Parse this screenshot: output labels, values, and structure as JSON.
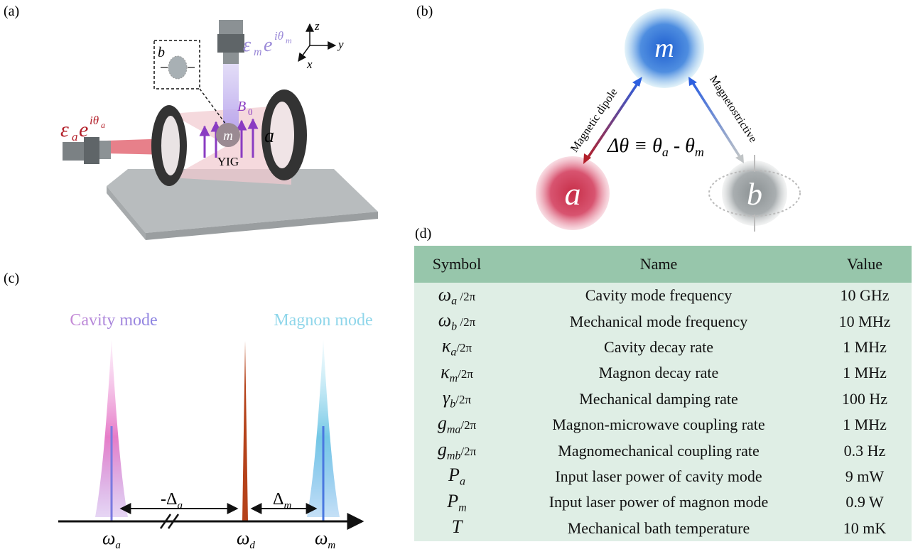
{
  "panels": {
    "a": "(a)",
    "b": "(b)",
    "c": "(c)",
    "d": "(d)"
  },
  "panel_a": {
    "drive_a": "ε",
    "drive_a_sub": "a",
    "drive_a_exp": "e",
    "drive_a_phase": "iθ",
    "drive_a_phase_sub": "a",
    "drive_m": "ε",
    "drive_m_sub": "m",
    "drive_m_exp": "e",
    "drive_m_phase": "iθ",
    "drive_m_phase_sub": "m",
    "field": "B",
    "field_sub": "0",
    "sphere": "m",
    "sphere_material": "YIG",
    "cavity": "a",
    "phonon": "b",
    "axis_z": "z",
    "axis_y": "y",
    "axis_x": "x",
    "colors": {
      "cavity_drive": "#b3202a",
      "magnon_drive": "#9b8ad8",
      "field_arrow": "#8a3cc2"
    }
  },
  "panel_b": {
    "node_m": "m",
    "node_a": "a",
    "node_b": "b",
    "edge_left": "Magnetic dipole",
    "edge_right": "Magnetostrictive",
    "phase": "Δθ ≡ θ",
    "phase_a": "a",
    "phase_minus": " - θ",
    "phase_m": "m",
    "colors": {
      "m": "#2e6fd6",
      "a": "#c8384f",
      "b": "#8f9496"
    }
  },
  "panel_c": {
    "cavity_mode": "Cavity mode",
    "magnon_mode": "Magnon mode",
    "omega_a": "ω",
    "omega_a_sub": "a",
    "omega_d": "ω",
    "omega_d_sub": "d",
    "omega_m": "ω",
    "omega_m_sub": "m",
    "delta_a": "-Δ",
    "delta_a_sub": "a",
    "delta_m": "Δ",
    "delta_m_sub": "m",
    "colors": {
      "cavity": "#b38ae0",
      "magnon": "#8fd6ea",
      "drive": "#b5421a"
    }
  },
  "table": {
    "headers": [
      "Symbol",
      "Name",
      "Value"
    ],
    "rows": [
      {
        "sym": "ω",
        "sub": "a",
        "tail": " /2π",
        "name": "Cavity mode frequency",
        "value": "10 GHz"
      },
      {
        "sym": "ω",
        "sub": "b",
        "tail": " /2π",
        "name": "Mechanical mode frequency",
        "value": "10 MHz"
      },
      {
        "sym": "κ",
        "sub": "a",
        "tail": "/2π",
        "name": "Cavity decay rate",
        "value": "1 MHz"
      },
      {
        "sym": "κ",
        "sub": "m",
        "tail": "/2π",
        "name": "Magnon decay rate",
        "value": "1 MHz"
      },
      {
        "sym": "γ",
        "sub": "b",
        "tail": "/2π",
        "name": "Mechanical damping rate",
        "value": "100 Hz"
      },
      {
        "sym": "g",
        "sub": "ma",
        "tail": "/2π",
        "name": "Magnon-microwave coupling rate",
        "value": "1 MHz"
      },
      {
        "sym": "g",
        "sub": "mb",
        "tail": "/2π",
        "name": "Magnomechanical coupling rate",
        "value": "0.3 Hz"
      },
      {
        "sym": "P",
        "sub": "a",
        "tail": "",
        "name": "Input laser power of cavity mode",
        "value": "9 mW"
      },
      {
        "sym": "P",
        "sub": "m",
        "tail": "",
        "name": "Input laser power of magnon mode",
        "value": "0.9 W"
      },
      {
        "sym": "T",
        "sub": "",
        "tail": "",
        "name": "Mechanical bath temperature",
        "value": "10 mK"
      }
    ]
  }
}
